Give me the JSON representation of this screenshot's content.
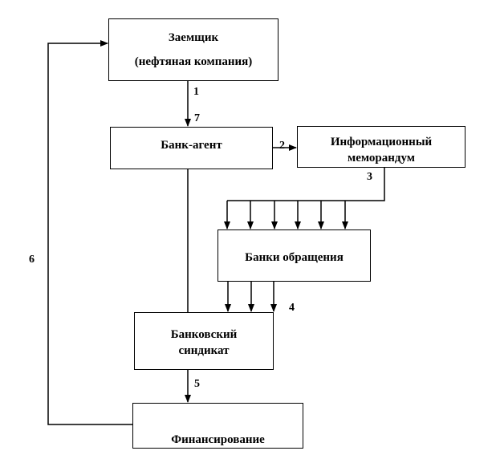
{
  "boxes": {
    "borrower": {
      "line1": "Заемщик",
      "line2": "(нефтяная компания)"
    },
    "agent_bank": {
      "label": "Банк-агент"
    },
    "info_memo": {
      "line1": "Информационный",
      "line2": "меморандум"
    },
    "circulation_banks": {
      "label": "Банки обращения"
    },
    "bank_syndicate": {
      "line1": "Банковский",
      "line2": "синдикат"
    },
    "financing": {
      "label": "Финансирование"
    }
  },
  "steps": {
    "s1": "1",
    "s2": "2",
    "s3": "3",
    "s4": "4",
    "s5": "5",
    "s6": "6",
    "s7": "7"
  },
  "colors": {
    "line": "#000000",
    "background": "#ffffff"
  }
}
